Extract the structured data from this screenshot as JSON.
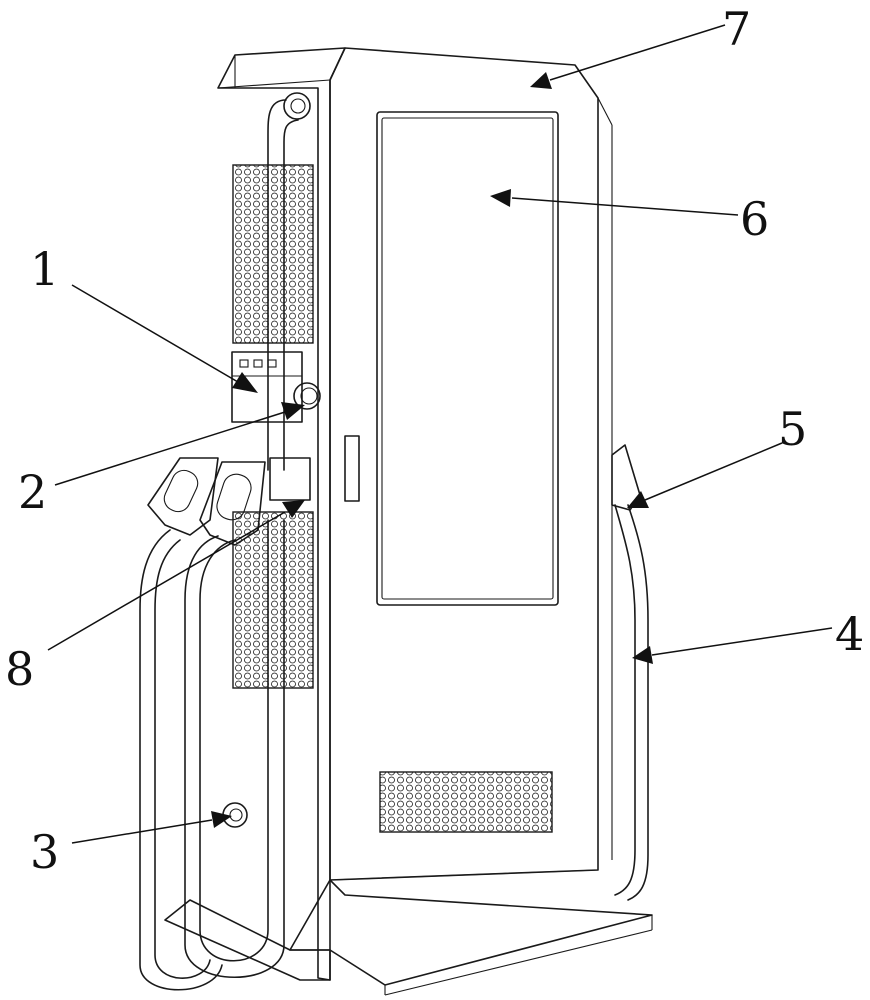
{
  "figure": {
    "labels": [
      {
        "id": "1",
        "text": "1"
      },
      {
        "id": "2",
        "text": "2"
      },
      {
        "id": "3",
        "text": "3"
      },
      {
        "id": "4",
        "text": "4"
      },
      {
        "id": "5",
        "text": "5"
      },
      {
        "id": "6",
        "text": "6"
      },
      {
        "id": "7",
        "text": "7"
      },
      {
        "id": "8",
        "text": "8"
      }
    ],
    "colors": {
      "line": "#1a1a1a",
      "background": "#ffffff"
    }
  }
}
